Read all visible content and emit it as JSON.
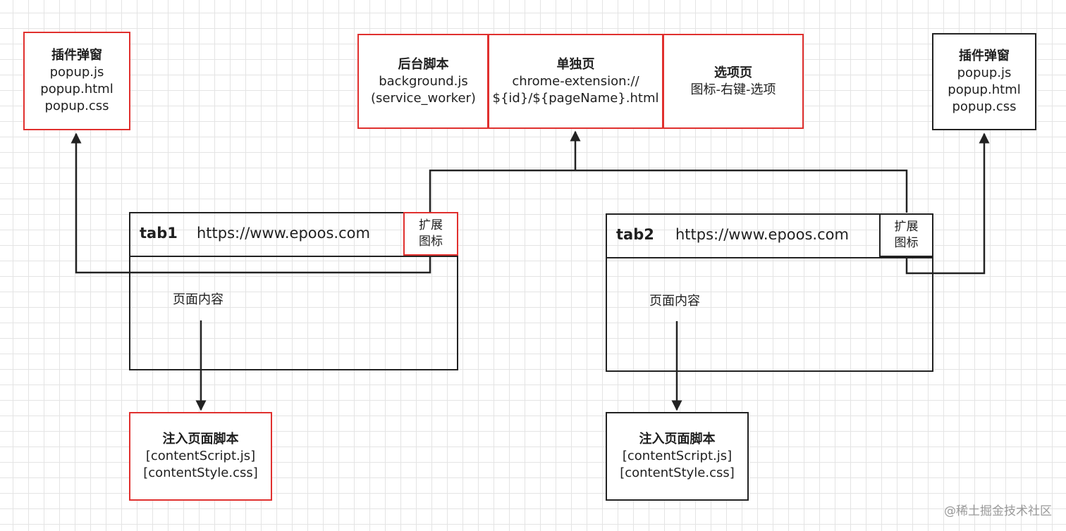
{
  "colors": {
    "red": "#e0302e",
    "black": "#222222",
    "grid": "#e4e4e4"
  },
  "popup_left": {
    "title": "插件弹窗",
    "lines": [
      "popup.js",
      "popup.html",
      "popup.css"
    ]
  },
  "popup_right": {
    "title": "插件弹窗",
    "lines": [
      "popup.js",
      "popup.html",
      "popup.css"
    ]
  },
  "top_group": {
    "background": {
      "title": "后台脚本",
      "line1": "background.js",
      "line2": "(service_worker)"
    },
    "standalone": {
      "title": "单独页",
      "line1": "chrome-extension://",
      "line2": "${id}/${pageName}.html"
    },
    "options": {
      "title": "选项页",
      "line1": "图标-右键-选项"
    }
  },
  "tab1": {
    "name": "tab1",
    "url": "https://www.epoos.com",
    "ext_line1": "扩展",
    "ext_line2": "图标",
    "content": "页面内容"
  },
  "tab2": {
    "name": "tab2",
    "url": "https://www.epoos.com",
    "ext_line1": "扩展",
    "ext_line2": "图标",
    "content": "页面内容"
  },
  "inject_left": {
    "title": "注入页面脚本",
    "line1": "[contentScript.js]",
    "line2": "[contentStyle.css]"
  },
  "inject_right": {
    "title": "注入页面脚本",
    "line1": "[contentScript.js]",
    "line2": "[contentStyle.css]"
  },
  "watermark": "@稀土掘金技术社区"
}
